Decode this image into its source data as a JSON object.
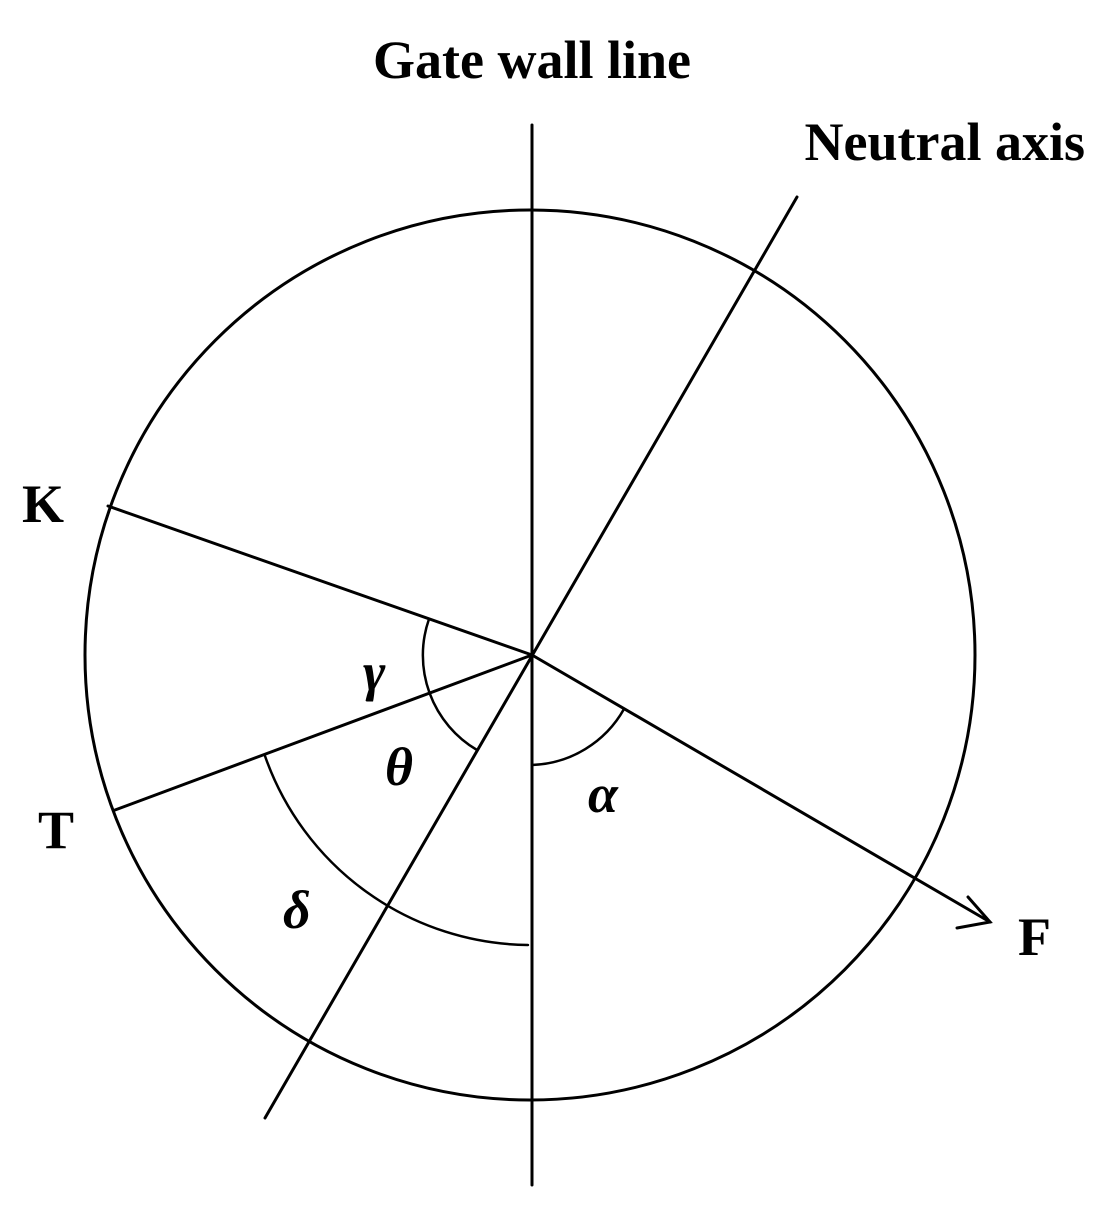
{
  "labels": {
    "gate_wall_line": "Gate wall line",
    "neutral_axis": "Neutral axis",
    "point_k": "K",
    "point_t": "T",
    "point_f": "F",
    "angle_gamma": "γ",
    "angle_theta": "θ",
    "angle_alpha": "α",
    "angle_delta": "δ"
  },
  "colors": {
    "stroke": "#000000",
    "background": "#ffffff"
  }
}
